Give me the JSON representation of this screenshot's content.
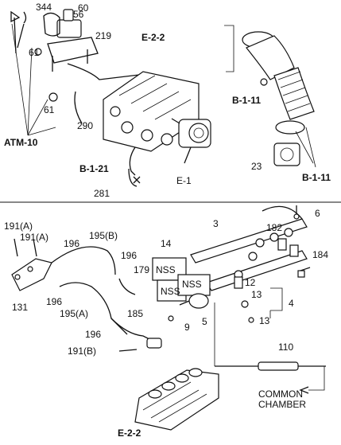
{
  "top_section": {
    "callouts": [
      "344",
      "60",
      "56",
      "219",
      "61",
      "61",
      "290",
      "E-2-2",
      "B-1-11",
      "B-1-11",
      "B-1-21",
      "23",
      "281",
      "E-1"
    ],
    "section_refs": [
      "ATM-10"
    ]
  },
  "bottom_section": {
    "callouts": [
      "191(A)",
      "191(A)",
      "196",
      "195(B)",
      "14",
      "3",
      "182",
      "6",
      "184",
      "196",
      "179",
      "131",
      "196",
      "195(A)",
      "NSS",
      "NSS",
      "NSS",
      "12",
      "13",
      "4",
      "13",
      "185",
      "196",
      "9",
      "5",
      "191(B)",
      "110",
      "E-2-2"
    ],
    "chamber_label": [
      "COMMON",
      "CHAMBER"
    ]
  }
}
